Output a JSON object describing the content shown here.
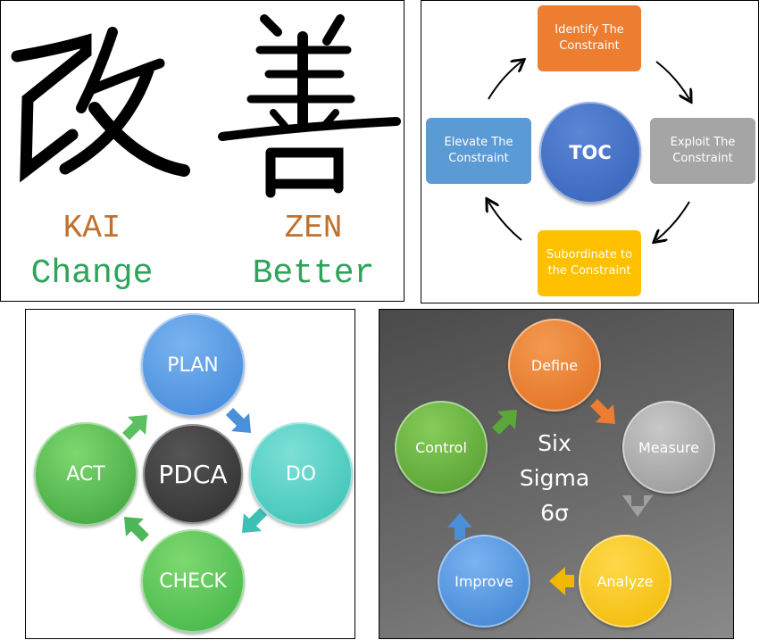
{
  "kaizen": {
    "kanji_kai": "改",
    "kanji_zen": "善",
    "kai": "KAI",
    "zen": "ZEN",
    "kai_meaning": "Change",
    "zen_meaning": "Better",
    "colors": {
      "romaji": "#c0702a",
      "meaning": "#2ea35a"
    }
  },
  "toc": {
    "center": "TOC",
    "steps": [
      "Identify The Constraint",
      "Exploit The Constraint",
      "Subordinate to the Constraint",
      "Elevate The Constraint"
    ],
    "colors": [
      "#ed7d31",
      "#a5a5a5",
      "#ffc000",
      "#5b9bd5",
      "#4472c4"
    ]
  },
  "pdca": {
    "center": "PDCA",
    "steps": [
      "PLAN",
      "DO",
      "CHECK",
      "ACT"
    ]
  },
  "six_sigma": {
    "center_line1": "Six",
    "center_line2": "Sigma",
    "center_line3": "6σ",
    "steps": [
      "Define",
      "Measure",
      "Analyze",
      "Improve",
      "Control"
    ]
  }
}
